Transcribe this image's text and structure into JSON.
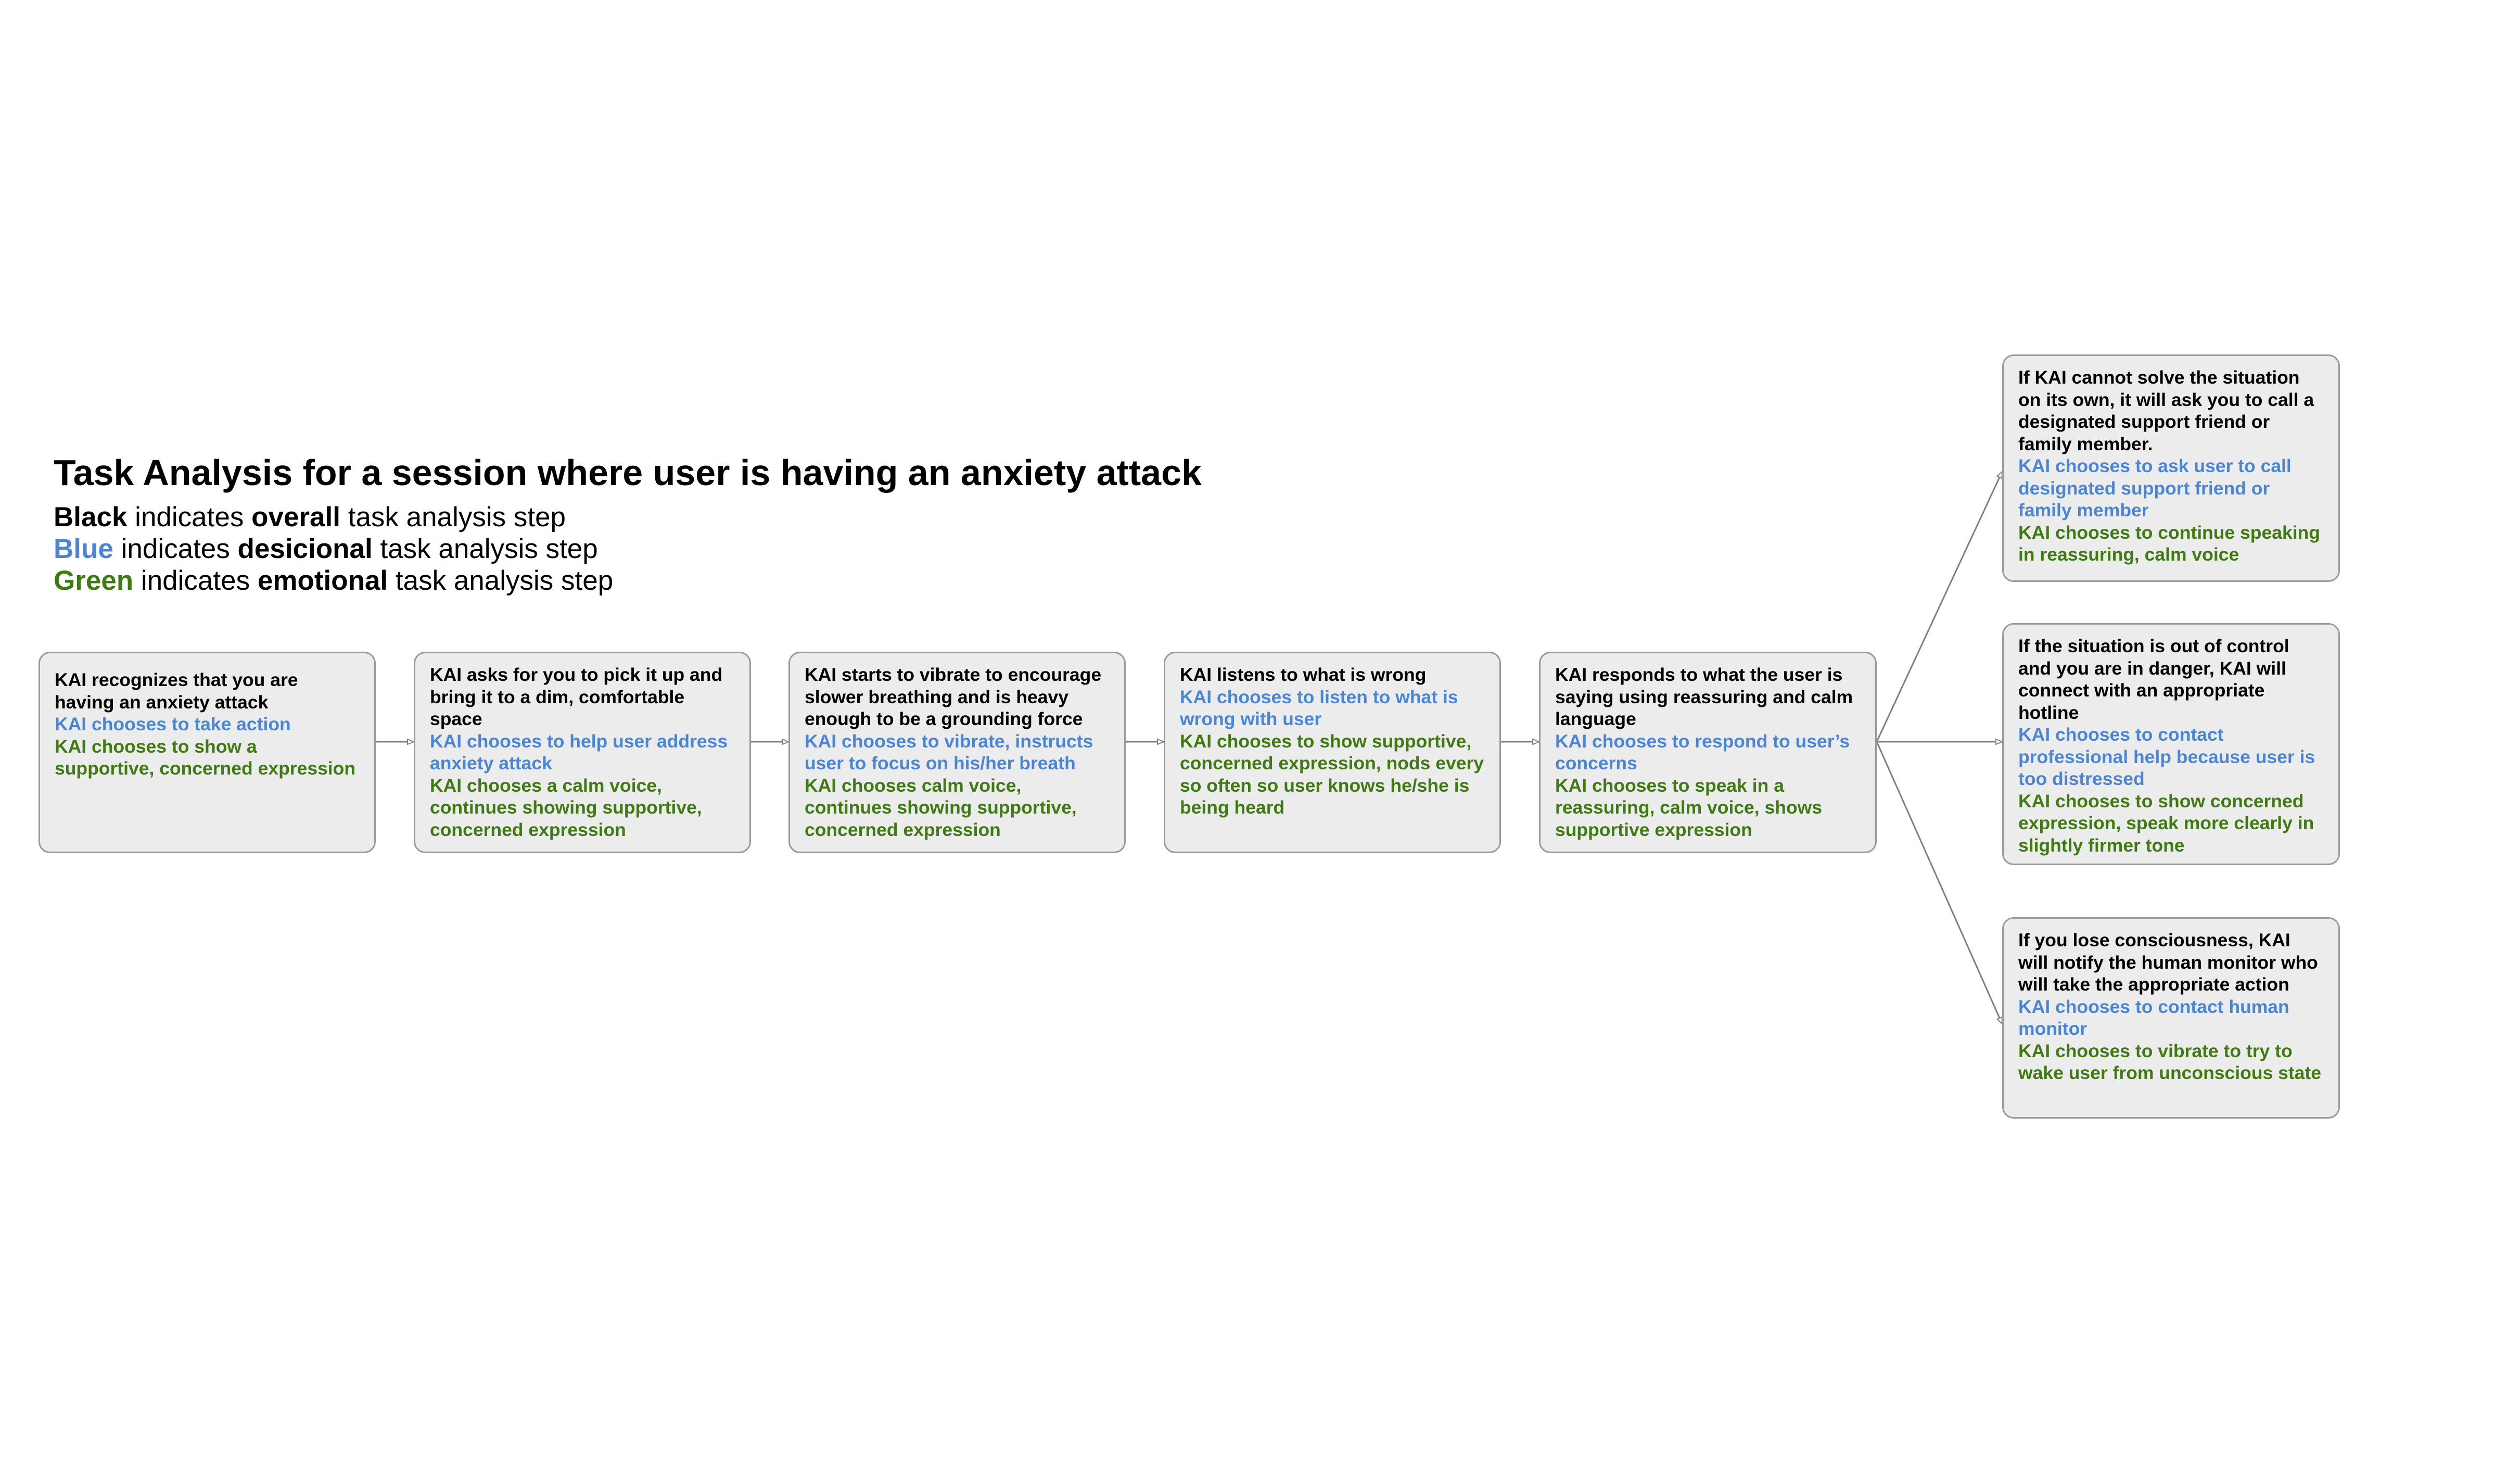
{
  "title": "Task Analysis for a session where user is having an anxiety attack",
  "legend": [
    {
      "color_word": "Black",
      "mid": "indicates",
      "kind": "overall",
      "rest": "task analysis step",
      "color": "#000000"
    },
    {
      "color_word": "Blue",
      "mid": "indicates",
      "kind": "desicional",
      "rest": "task analysis step",
      "color": "#4a86d4"
    },
    {
      "color_word": "Green",
      "mid": "indicates",
      "kind": "emotional",
      "rest": "task analysis step",
      "color": "#3f7a12"
    }
  ],
  "steps": [
    {
      "overall": "KAI recognizes that you are having an anxiety attack",
      "decisional": "KAI chooses to take action",
      "emotional": "KAI chooses to show a supportive, concerned expression"
    },
    {
      "overall": "KAI asks for you to pick it up and bring it to a dim, comfortable space",
      "decisional": "KAI chooses to help user address anxiety attack",
      "emotional": "KAI chooses a calm voice, continues showing supportive, concerned expression"
    },
    {
      "overall": "KAI starts to vibrate to encourage slower breathing and is heavy enough to be a grounding force",
      "decisional": "KAI chooses to vibrate, instructs user to focus on his/her breath",
      "emotional": "KAI chooses calm voice, continues showing supportive, concerned expression"
    },
    {
      "overall": "KAI listens to what is wrong",
      "decisional": "KAI chooses to listen to what is wrong with user",
      "emotional": "KAI chooses to show supportive, concerned expression, nods every so often so user knows he/she is being heard"
    },
    {
      "overall": "KAI responds to what the user is saying using reassuring and calm language",
      "decisional": "KAI chooses to respond to user’s concerns",
      "emotional": "KAI chooses to speak in a reassuring, calm voice, shows supportive expression"
    }
  ],
  "outcomes": [
    {
      "overall": "If KAI cannot solve the situation on its own, it will ask you to call a designated support friend or family member.",
      "decisional": "KAI chooses to ask user to call designated support friend or family member",
      "emotional": "KAI chooses to continue speaking in reassuring, calm voice"
    },
    {
      "overall": "If the situation is out of control and you are in danger, KAI will connect with an appropriate hotline",
      "decisional": "KAI chooses to contact professional help because user is too distressed",
      "emotional": "KAI chooses to show concerned expression, speak more clearly in slightly firmer tone"
    },
    {
      "overall": "If you lose consciousness, KAI will notify the human monitor who will take the appropriate action",
      "decisional": "KAI chooses to contact human monitor",
      "emotional": "KAI chooses to vibrate to try to wake user from unconscious state"
    }
  ],
  "colors": {
    "overall": "#000000",
    "decisional": "#4a86d4",
    "emotional": "#3f7a12",
    "box_fill": "#ececec",
    "box_border": "#9a9a9a",
    "connector": "#808080"
  }
}
